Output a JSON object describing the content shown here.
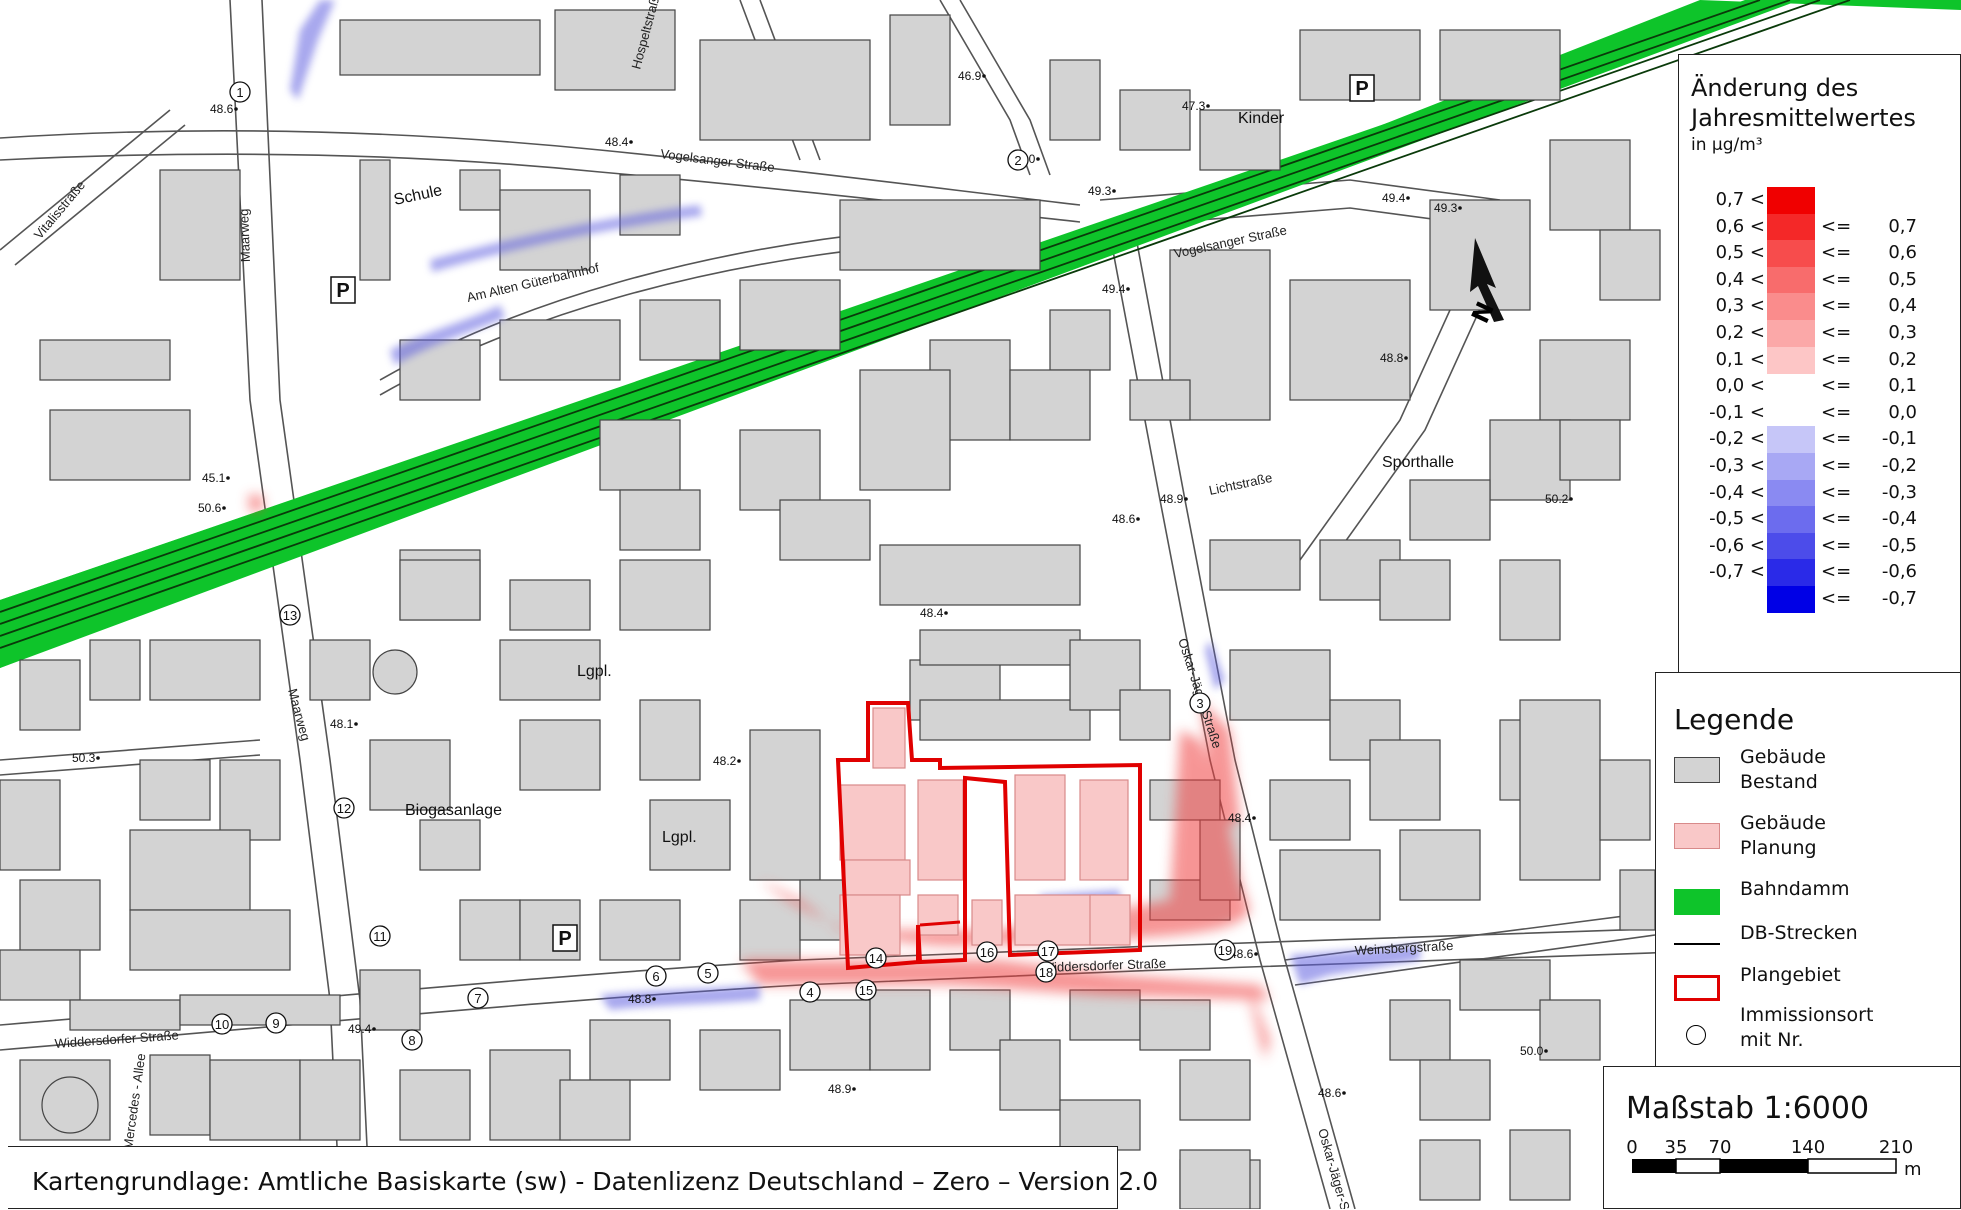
{
  "map": {
    "street_labels": [
      {
        "id": "vogelsanger-1",
        "text": "Vogelsanger Straße"
      },
      {
        "id": "vogelsanger-2",
        "text": "Vogelsanger Straße"
      },
      {
        "id": "am-alten-gueterbahnhof",
        "text": "Am Alten Güterbahnhof"
      },
      {
        "id": "vitalisstrasse",
        "text": "Vitalisstraße"
      },
      {
        "id": "maarweg-1",
        "text": "Maarweg"
      },
      {
        "id": "maarweg-2",
        "text": "Maarweg"
      },
      {
        "id": "oskar-jaeger-1",
        "text": "Oskar-Jäger-Straße"
      },
      {
        "id": "oskar-jaeger-2",
        "text": "Oskar-Jäger-Straße"
      },
      {
        "id": "weinsbergstrasse",
        "text": "Weinsbergstraße"
      },
      {
        "id": "widdersdorfer-1",
        "text": "Widdersdorfer Straße"
      },
      {
        "id": "widdersdorfer-2",
        "text": "Widdersdorfer Straße"
      },
      {
        "id": "hospeltstrasse",
        "text": "Hospeltstraße"
      },
      {
        "id": "lichtstrasse",
        "text": "Lichtstraße"
      },
      {
        "id": "mercedes-allee",
        "text": "Mercedes - Allee"
      }
    ],
    "place_labels": [
      {
        "id": "schule",
        "text": "Schule"
      },
      {
        "id": "lgpl-1",
        "text": "Lgpl."
      },
      {
        "id": "lgpl-2",
        "text": "Lgpl."
      },
      {
        "id": "biogasanlage",
        "text": "Biogasanlage"
      },
      {
        "id": "kinder",
        "text": "Kinder"
      },
      {
        "id": "sporthalle",
        "text": "Sporthalle"
      }
    ],
    "parking_symbol": "P",
    "elevations": [
      "48.6",
      "48.4",
      "49.0",
      "46.9",
      "47.3",
      "49.3",
      "49.3",
      "49.4",
      "49.4",
      "48.8",
      "45.1",
      "50.6",
      "48.4",
      "48.1",
      "50.3",
      "48.2",
      "48.6",
      "48.9",
      "50.2",
      "48.4",
      "48.6",
      "48.8",
      "49.4",
      "48.9",
      "48.6",
      "50.0"
    ],
    "receptors": [
      "1",
      "2",
      "3",
      "4",
      "5",
      "6",
      "7",
      "8",
      "9",
      "10",
      "11",
      "12",
      "13",
      "14",
      "15",
      "16",
      "17",
      "18",
      "19"
    ]
  },
  "change_legend": {
    "title_line1": "Änderung des",
    "title_line2": "Jahresmittelwertes",
    "unit": "in µg/m³",
    "classes": [
      {
        "lower": "0,7 <",
        "upper": "",
        "color": "#f00000"
      },
      {
        "lower": "0,6 <",
        "upper": "0,7",
        "color": "#f42828"
      },
      {
        "lower": "0,5 <",
        "upper": "0,6",
        "color": "#f74c4c"
      },
      {
        "lower": "0,4 <",
        "upper": "0,5",
        "color": "#f86c6c"
      },
      {
        "lower": "0,3 <",
        "upper": "0,4",
        "color": "#fa8c8c"
      },
      {
        "lower": "0,2 <",
        "upper": "0,3",
        "color": "#fba8a8"
      },
      {
        "lower": "0,1 <",
        "upper": "0,2",
        "color": "#fdc6c6"
      },
      {
        "lower": "0,0 <",
        "upper": "0,1",
        "color": ""
      },
      {
        "lower": "-0,1 <",
        "upper": "0,0",
        "color": ""
      },
      {
        "lower": "-0,2 <",
        "upper": "-0,1",
        "color": "#c6c6f8"
      },
      {
        "lower": "-0,3 <",
        "upper": "-0,2",
        "color": "#a8a8f4"
      },
      {
        "lower": "-0,4 <",
        "upper": "-0,3",
        "color": "#8a8af2"
      },
      {
        "lower": "-0,5 <",
        "upper": "-0,4",
        "color": "#6c6cee"
      },
      {
        "lower": "-0,6 <",
        "upper": "-0,5",
        "color": "#4c4cea"
      },
      {
        "lower": "-0,7 <",
        "upper": "-0,6",
        "color": "#2a2ae8"
      },
      {
        "lower": "",
        "upper": "-0,7",
        "color": "#0000e6"
      }
    ],
    "le_symbol": "<="
  },
  "legend": {
    "title": "Legende",
    "items": [
      {
        "key": "gebaeude-bestand",
        "label": "Gebäude\nBestand",
        "fill": "#d3d3d3",
        "stroke": "#444444"
      },
      {
        "key": "gebaeude-planung",
        "label": "Gebäude\nPlanung",
        "fill": "#f9c8c8",
        "stroke": "#d88a8a"
      },
      {
        "key": "bahndamm",
        "label": "Bahndamm",
        "fill": "#0ec42a",
        "stroke": "#0ec42a"
      },
      {
        "key": "db-strecken",
        "label": "DB-Strecken",
        "fill": "",
        "stroke": "#000000"
      },
      {
        "key": "plangebiet",
        "label": "Plangebiet",
        "fill": "",
        "stroke": "#e00000"
      },
      {
        "key": "immissionsort",
        "label": "Immissionsort\nmit Nr.",
        "fill": "",
        "stroke": "#000000"
      }
    ]
  },
  "scale": {
    "title": "Maßstab 1:6000",
    "ticks": [
      "0",
      "35",
      "70",
      "140",
      "210"
    ],
    "unit": "m"
  },
  "credit": "Kartengrundlage: Amtliche Basiskarte (sw) - Datenlizenz Deutschland – Zero – Version 2.0",
  "colors": {
    "building": "#d3d3d3",
    "planned": "#f9c8c8",
    "embankment": "#0ec42a",
    "plan_border": "#e00000",
    "increase": "#f04040",
    "decrease": "#6060e0"
  }
}
